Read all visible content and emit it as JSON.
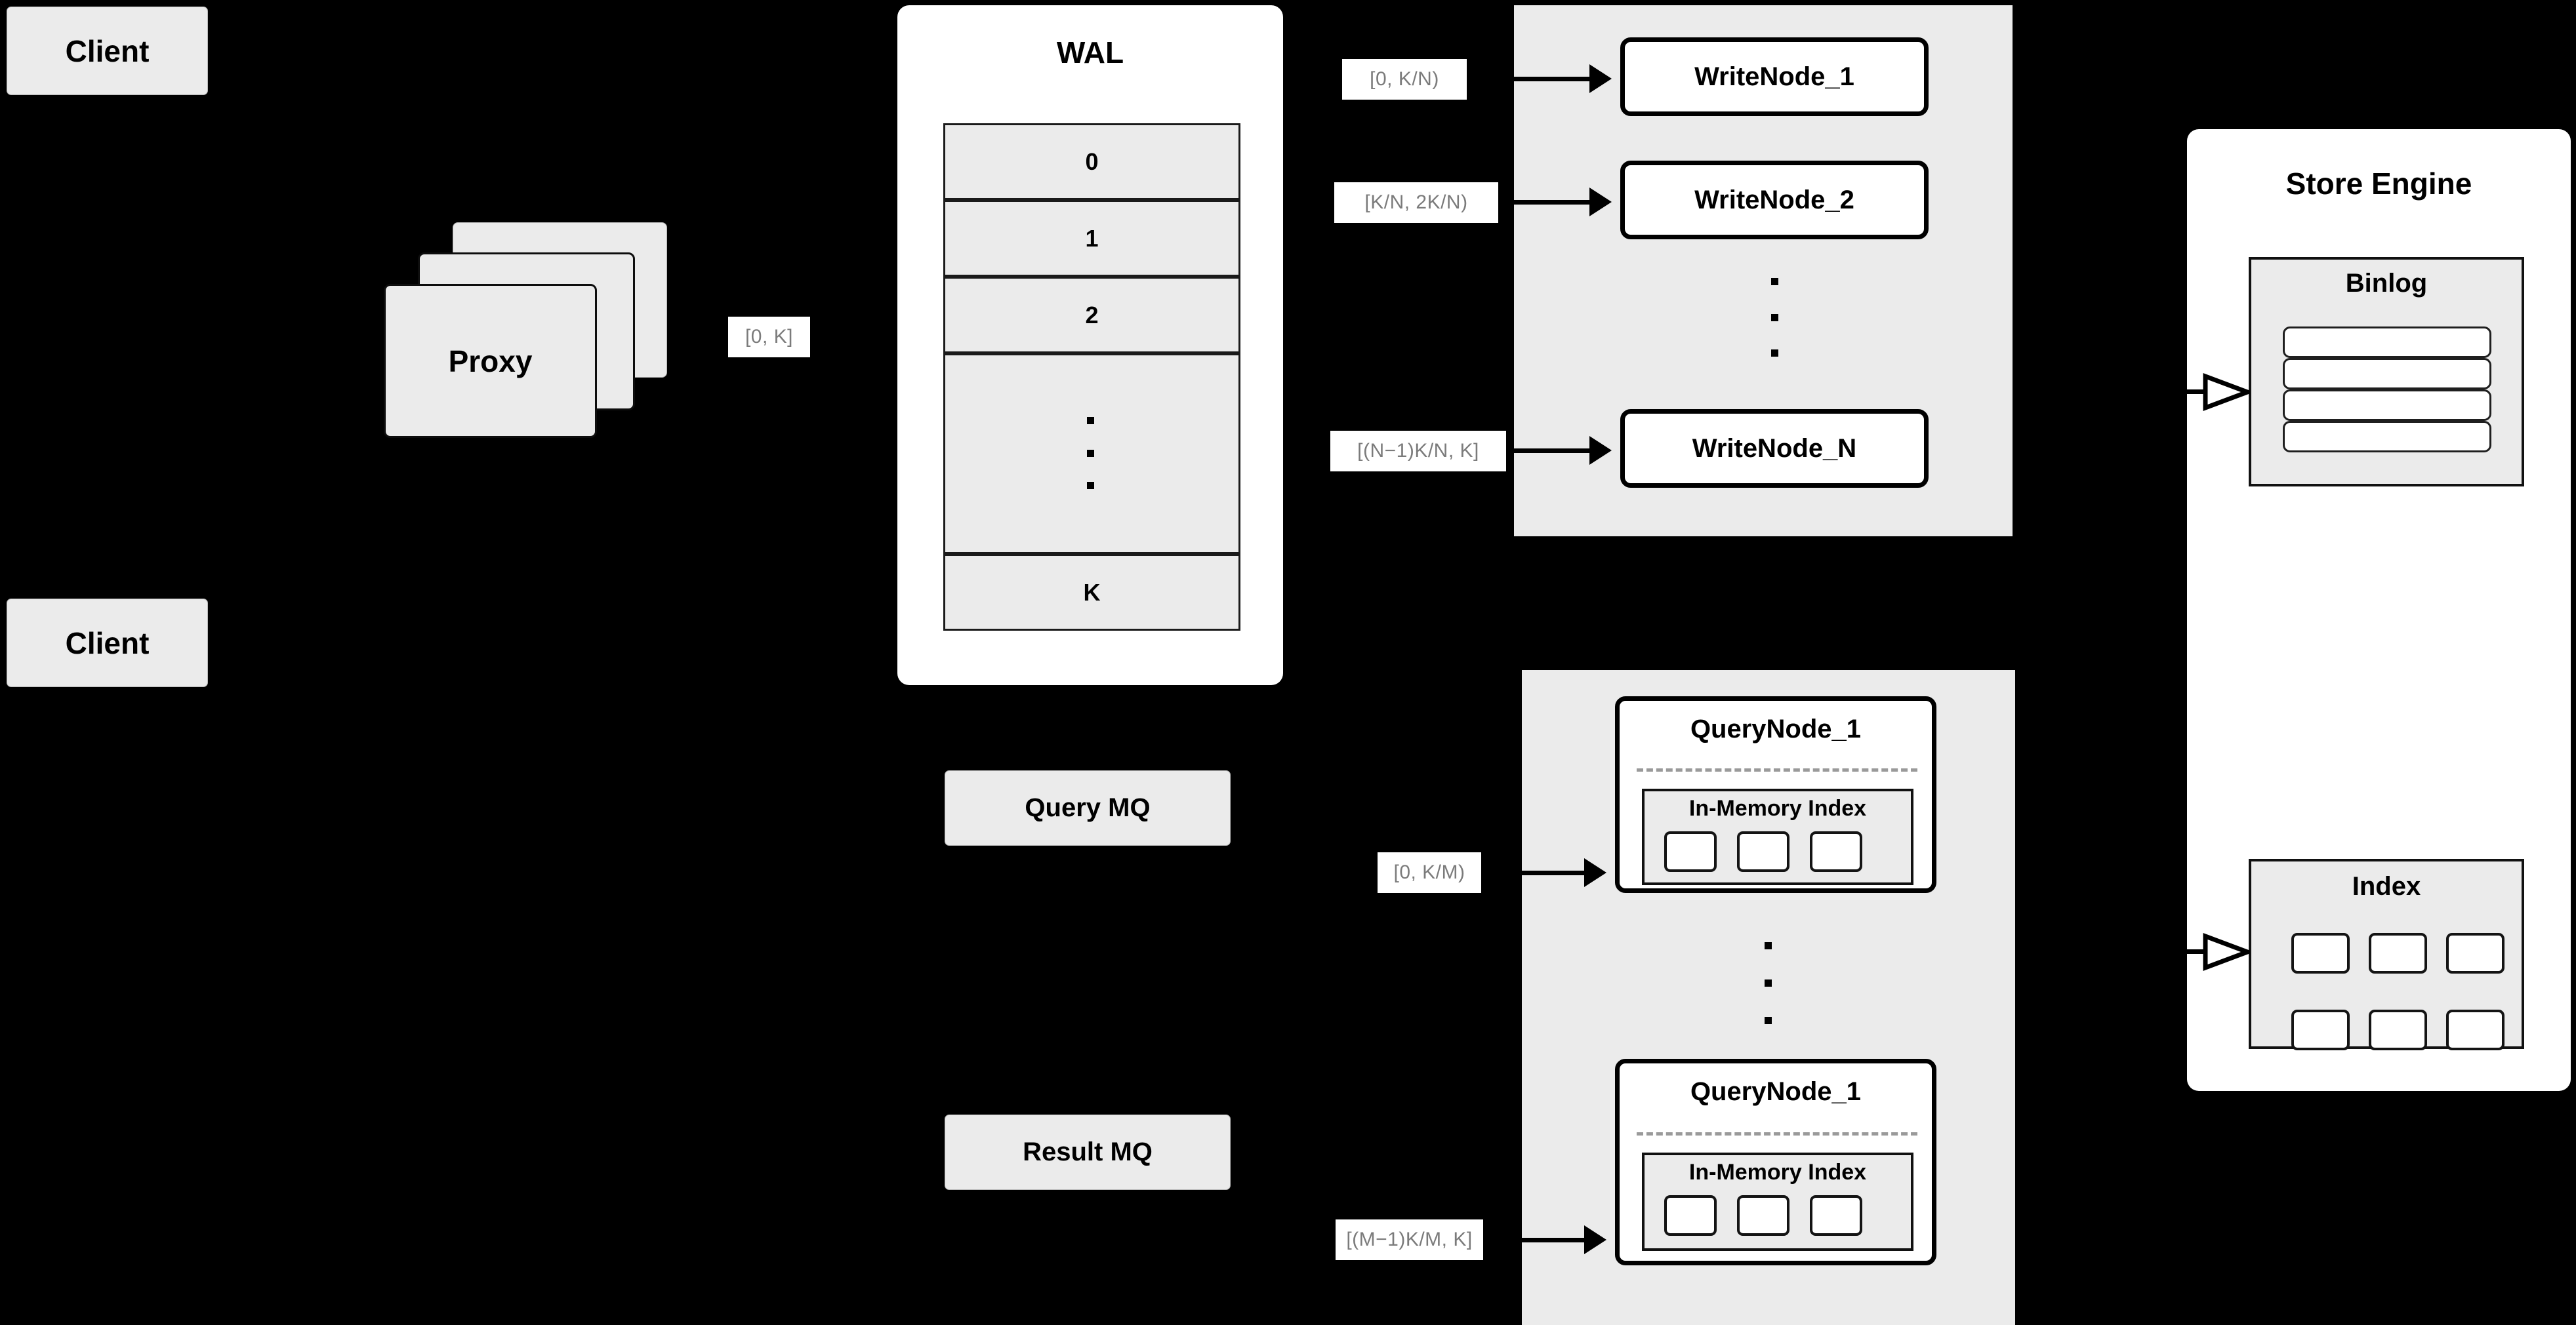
{
  "diagram": {
    "title": "Distributed Write/Query Architecture",
    "background_color": "#000000",
    "node_fill": "#ebebeb",
    "panel_fill": "#ffffff",
    "stroke_color": "#000000",
    "label_text_color": "#7b7b7b"
  },
  "clients": [
    {
      "label": "Client"
    },
    {
      "label": "Client"
    }
  ],
  "proxy": {
    "label": "Proxy",
    "stack_count": 3
  },
  "wal": {
    "title": "WAL",
    "slots": [
      "0",
      "1",
      "2",
      "",
      "K"
    ],
    "ellipsis_dots": 3
  },
  "queues": [
    {
      "label": "Query MQ"
    },
    {
      "label": "Result MQ"
    }
  ],
  "write_cluster": {
    "nodes": [
      {
        "label": "WriteNode_1"
      },
      {
        "label": "WriteNode_2"
      },
      {
        "label": "WriteNode_N"
      }
    ],
    "ellipsis_dots": 3
  },
  "query_cluster": {
    "nodes": [
      {
        "label": "QueryNode_1",
        "inner_title": "In-Memory Index",
        "chip_count": 3
      },
      {
        "label": "QueryNode_1",
        "inner_title": "In-Memory Index",
        "chip_count": 3
      }
    ],
    "ellipsis_dots": 3
  },
  "store_engine": {
    "title": "Store Engine",
    "binlog": {
      "title": "Binlog",
      "row_count": 4
    },
    "index": {
      "title": "Index",
      "chip_count": 6
    }
  },
  "edge_labels": {
    "proxy_to_wal": "[0, K]",
    "wal_to_write_1": "[0,  K/N)",
    "wal_to_write_2": "[K/N, 2K/N)",
    "wal_to_write_n": "[(N−1)K/N,  K]",
    "mq_to_query_1": "[0, K/M)",
    "mq_to_query_m": "[(M−1)K/M, K]"
  }
}
